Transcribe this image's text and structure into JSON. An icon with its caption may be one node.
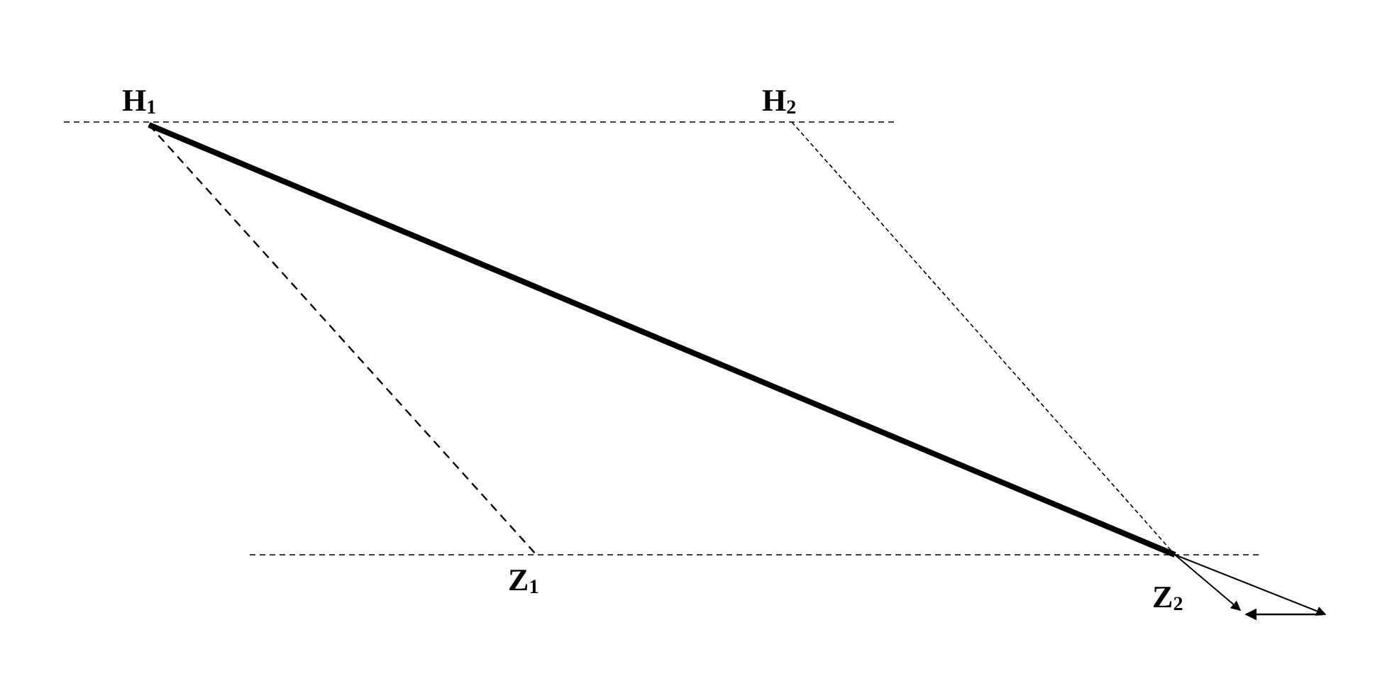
{
  "diagram": {
    "nodes": [
      {
        "text": [
          "H$_{1}$"
        ]
      },
      {
        "text": [
          "H$_{2}$"
        ]
      },
      {
        "text": [
          "Z$_{1}$"
        ]
      },
      {
        "text": [
          "Z$_{2}$"
        ]
      }
    ],
    "edges": [
      {
        "from": 0,
        "to": 3,
        "arrow": "none",
        "style": "thick"
      },
      {
        "from": 0,
        "to": 2,
        "arrow": "none",
        "style": "dashed"
      },
      {
        "from": 1,
        "to": 3,
        "arrow": "none",
        "style": "dashed"
      }
    ]
  }
}
